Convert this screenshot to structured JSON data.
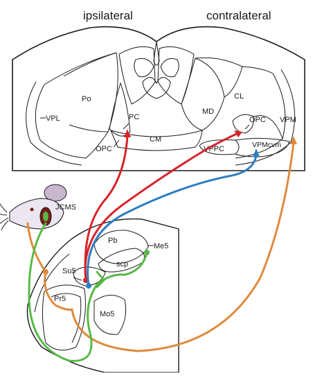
{
  "headings": {
    "ipsilateral": "ipsilateral",
    "contralateral": "contralateral"
  },
  "thalamus_labels": {
    "vpl": "VPL",
    "po": "Po",
    "pc": "PC",
    "opc_left": "OPC",
    "cm": "CM",
    "md": "MD",
    "cl": "CL",
    "opc_right": "OPC",
    "vpm": "VPM",
    "vppc": "VPPC",
    "vpmcvm": "VPMcvm"
  },
  "brainstem_labels": {
    "jcms": "JCMS",
    "pb": "Pb",
    "me5": "Me5",
    "su5": "Su5",
    "scp": "scp",
    "pr5": "Pr5",
    "mo5": "Mo5"
  },
  "colors": {
    "red": "#d6232a",
    "blue": "#2f7dc2",
    "green": "#58b947",
    "orange": "#e08a3c",
    "outline": "#1a1a1a",
    "mouse_body": "#ece6f0",
    "mouse_ear": "#c9b6cf",
    "mouth": "#7a1a1a"
  }
}
